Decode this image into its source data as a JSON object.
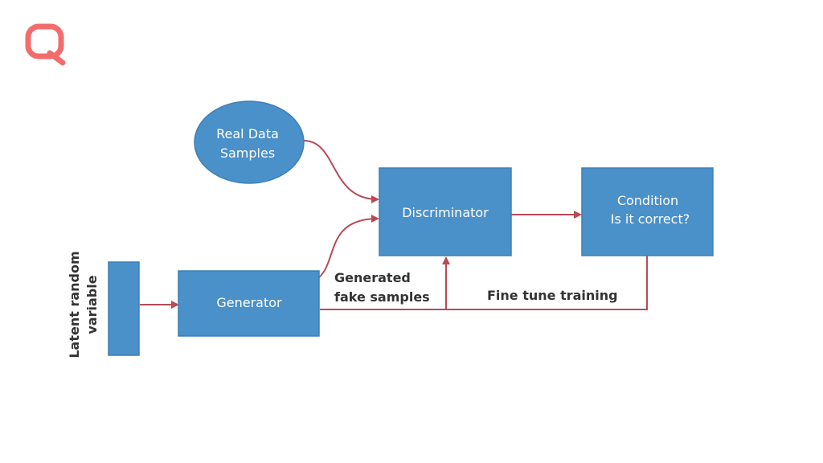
{
  "colors": {
    "node_fill": "#4a90c9",
    "arrow": "#b84a55",
    "logo": "#f26c6c",
    "label_text": "#333333"
  },
  "logo": {
    "icon": "q-logo-icon"
  },
  "nodes": {
    "real_data": {
      "line1": "Real Data",
      "line2": "Samples"
    },
    "discriminator": {
      "label": "Discriminator"
    },
    "condition": {
      "line1": "Condition",
      "line2": "Is it correct?"
    },
    "generator": {
      "label": "Generator"
    },
    "latent": {
      "line1": "Latent random",
      "line2": "variable"
    }
  },
  "edges": {
    "generated": {
      "line1": "Generated",
      "line2": "fake samples"
    },
    "fine_tune": {
      "label": "Fine tune training"
    }
  }
}
